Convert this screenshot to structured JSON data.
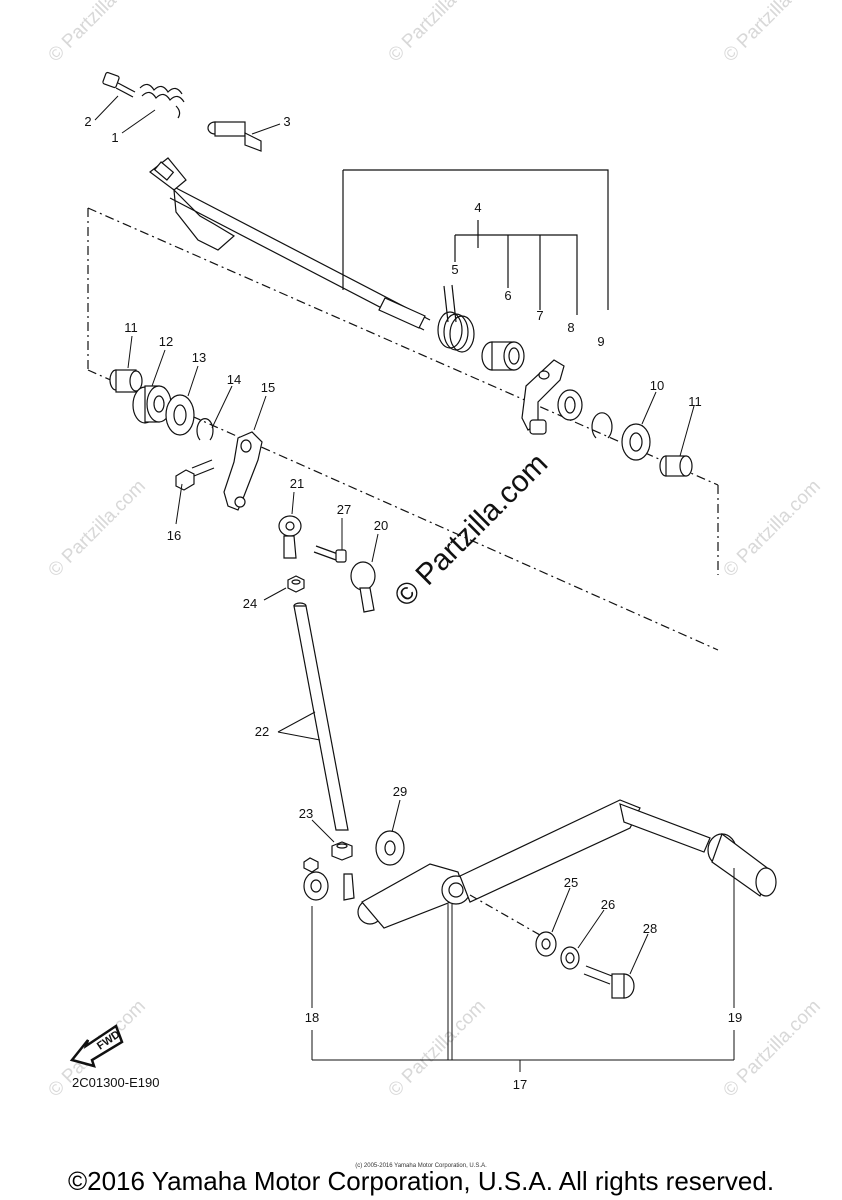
{
  "diagram": {
    "code": "2C01300-E190",
    "fwd_label": "FWD",
    "center_watermark": "© Partzilla.com",
    "watermark_text": "© Partzilla.com",
    "tiny_copyright": "(c) 2005-2016 Yamaha Motor Corporation, U.S.A.",
    "copyright": "©2016 Yamaha Motor Corporation, U.S.A. All rights reserved.",
    "part_labels": [
      "1",
      "2",
      "3",
      "4",
      "5",
      "6",
      "7",
      "8",
      "9",
      "10",
      "11",
      "11",
      "12",
      "13",
      "14",
      "15",
      "16",
      "17",
      "18",
      "19",
      "20",
      "21",
      "22",
      "23",
      "24",
      "25",
      "26",
      "27",
      "28",
      "29"
    ]
  },
  "colors": {
    "ink": "#111111",
    "watermark": "#d8d8d8",
    "background": "#ffffff"
  }
}
